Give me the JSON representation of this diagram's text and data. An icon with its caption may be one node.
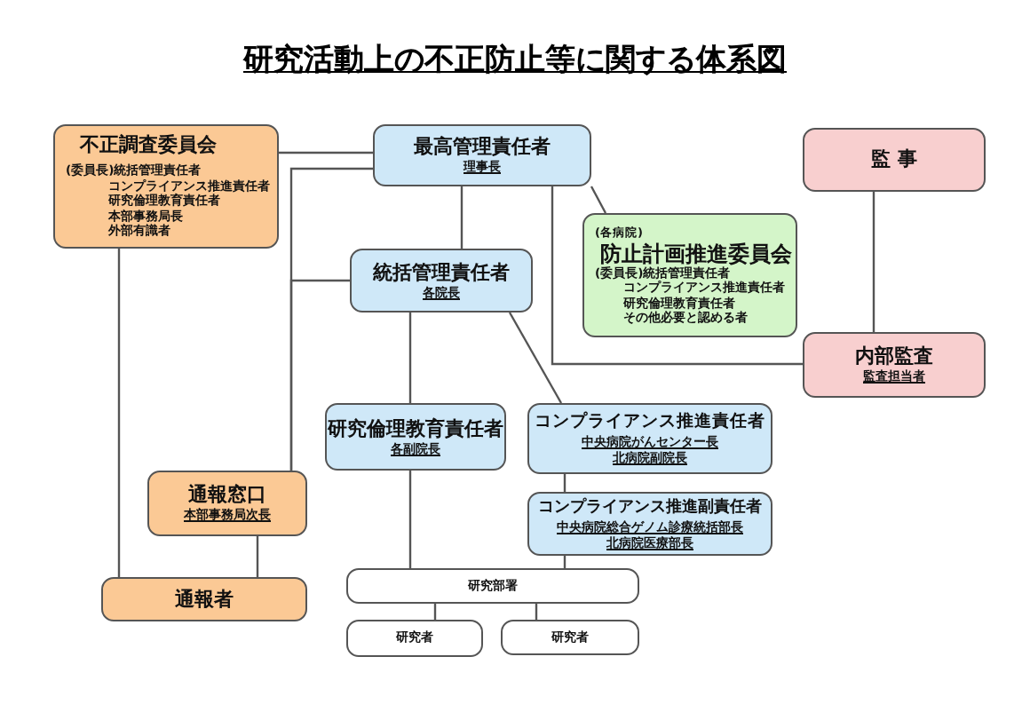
{
  "diagram": {
    "title": "研究活動上の不正防止等に関する体系図",
    "nodes": [
      {
        "text": [
          "不正調査委員会",
          "(委員長)統括管理責任者",
          "コンプライアンス推進責任者",
          "研究倫理教育責任者",
          "本部事務局長",
          "外部有識者"
        ]
      },
      {
        "text": [
          "最高管理責任者",
          "理事長"
        ]
      },
      {
        "text": [
          "監 事"
        ]
      },
      {
        "text": [
          "(各病院)",
          "防止計画推進委員会",
          "(委員長)統括管理責任者",
          "コンプライアンス推進責任者",
          "研究倫理教育責任者",
          "その他必要と認める者"
        ]
      },
      {
        "text": [
          "統括管理責任者",
          "各院長"
        ]
      },
      {
        "text": [
          "内部監査",
          "監査担当者"
        ]
      },
      {
        "text": [
          "研究倫理教育責任者",
          "各副院長"
        ]
      },
      {
        "text": [
          "コンプライアンス推進責任者",
          "中央病院がんセンター長",
          "北病院副院長"
        ]
      },
      {
        "text": [
          "通報窓口",
          "本部事務局次長"
        ]
      },
      {
        "text": [
          "コンプライアンス推進副責任者",
          "中央病院総合ゲノム診療統括部長",
          "北病院医療部長"
        ]
      },
      {
        "text": [
          "通報者"
        ]
      },
      {
        "text": [
          "研究部署"
        ]
      },
      {
        "text": [
          "研究者"
        ]
      },
      {
        "text": [
          "研究者"
        ]
      }
    ],
    "edges": [
      {
        "from": 0,
        "to": 1,
        "arrow": "none"
      },
      {
        "from": 1,
        "to": 4,
        "arrow": "none"
      },
      {
        "from": 1,
        "to": 3,
        "arrow": "none"
      },
      {
        "from": 1,
        "to": 8,
        "arrow": "none"
      },
      {
        "from": 4,
        "to": 8,
        "arrow": "none"
      },
      {
        "from": 1,
        "to": 5,
        "arrow": "none"
      },
      {
        "from": 2,
        "to": 5,
        "arrow": "none"
      },
      {
        "from": 0,
        "to": 10,
        "arrow": "none"
      },
      {
        "from": 8,
        "to": 10,
        "arrow": "none"
      },
      {
        "from": 4,
        "to": 6,
        "arrow": "none"
      },
      {
        "from": 4,
        "to": 7,
        "arrow": "none"
      },
      {
        "from": 7,
        "to": 9,
        "arrow": "none"
      },
      {
        "from": 6,
        "to": 11,
        "arrow": "none"
      },
      {
        "from": 9,
        "to": 11,
        "arrow": "none"
      },
      {
        "from": 11,
        "to": 12,
        "arrow": "none"
      },
      {
        "from": 11,
        "to": 13,
        "arrow": "none"
      }
    ]
  }
}
